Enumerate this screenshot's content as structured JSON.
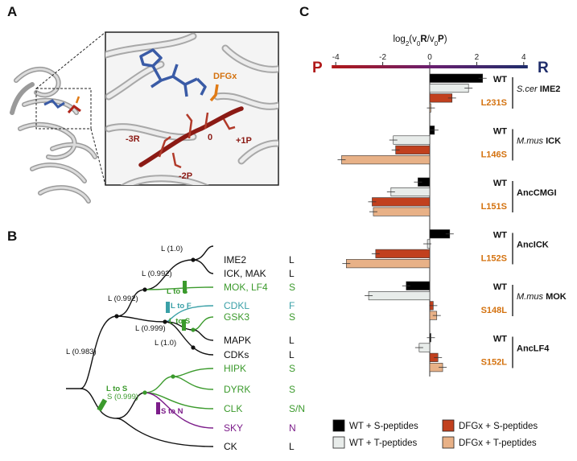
{
  "panels": {
    "a": "A",
    "b": "B",
    "c": "C"
  },
  "structure_labels": {
    "dfgx": "DFGx",
    "m3r": "-3R",
    "zero": "0",
    "p1p": "+1P",
    "m2p": "-2P"
  },
  "colors": {
    "wt_s": "#000000",
    "wt_t": "#e8ecea",
    "dfgx_s": "#c1401e",
    "dfgx_t": "#e8b187",
    "p_color": "#b01818",
    "r_color": "#1f2d6b",
    "tree_green": "#3b9a2c",
    "tree_teal": "#3aa0a7",
    "tree_purple": "#7c1d8a",
    "mutant_orange": "#d4720f"
  },
  "tree": {
    "leaves": [
      {
        "name": "IME2",
        "residue": "L",
        "color": "black"
      },
      {
        "name": "ICK, MAK",
        "residue": "L",
        "color": "black"
      },
      {
        "name": "MOK, LF4",
        "residue": "S",
        "color": "green"
      },
      {
        "name": "CDKL",
        "residue": "F",
        "color": "teal"
      },
      {
        "name": "GSK3",
        "residue": "S",
        "color": "green"
      },
      {
        "name": "MAPK",
        "residue": "L",
        "color": "black"
      },
      {
        "name": "CDKs",
        "residue": "L",
        "color": "black"
      },
      {
        "name": "HIPK",
        "residue": "S",
        "color": "green"
      },
      {
        "name": "DYRK",
        "residue": "S",
        "color": "green"
      },
      {
        "name": "CLK",
        "residue": "S/N",
        "color": "green"
      },
      {
        "name": "SKY",
        "residue": "N",
        "color": "purple"
      },
      {
        "name": "CK",
        "residue": "L",
        "color": "black"
      }
    ],
    "node_labels": [
      "L (1.0)",
      "L (0.992)",
      "L (0.992)",
      "L (0.999)",
      "L (1.0)",
      "L (0.983)",
      "S (0.999)"
    ],
    "transitions": [
      "L to S",
      "L to F",
      "L to S",
      "L to S",
      "S to N"
    ]
  },
  "chart_data": {
    "type": "bar",
    "orientation": "horizontal",
    "axis_label_parts": {
      "log": "log",
      "sub": "2",
      "open": "(v",
      "sub0": "0",
      "R": "R",
      "slash": "/v",
      "P": "P",
      "close": ")"
    },
    "xlim": [
      -4,
      4
    ],
    "xticks": [
      -4,
      -2,
      0,
      2,
      4
    ],
    "xtick_labels": [
      "-4",
      "-2",
      "0",
      "2",
      "4"
    ],
    "left_end_label": "P",
    "right_end_label": "R",
    "legend": [
      {
        "key": "wt_s",
        "label": "WT + S-peptides"
      },
      {
        "key": "wt_t",
        "label": "WT + T-peptides"
      },
      {
        "key": "dfgx_s",
        "label": "DFGx + S-peptides"
      },
      {
        "key": "dfgx_t",
        "label": "DFGx + T-peptides"
      }
    ],
    "groups": [
      {
        "kinase_prefix": "S.cer",
        "kinase_name": "IME2",
        "wt_label": "WT",
        "mut_label": "L231S",
        "wt_s": 2.25,
        "wt_t": 1.65,
        "dfgx_s": 0.95,
        "dfgx_t": 0.05
      },
      {
        "kinase_prefix": "M.mus",
        "kinase_name": "ICK",
        "wt_label": "WT",
        "mut_label": "L146S",
        "wt_s": 0.2,
        "wt_t": -1.55,
        "dfgx_s": -1.45,
        "dfgx_t": -3.75
      },
      {
        "kinase_prefix": "",
        "kinase_name": "AncCMGI",
        "wt_label": "WT",
        "mut_label": "L151S",
        "wt_s": -0.5,
        "wt_t": -1.65,
        "dfgx_s": -2.45,
        "dfgx_t": -2.4
      },
      {
        "kinase_prefix": "",
        "kinase_name": "AncICK",
        "wt_label": "WT",
        "mut_label": "L152S",
        "wt_s": 0.85,
        "wt_t": -0.1,
        "dfgx_s": -2.3,
        "dfgx_t": -3.55
      },
      {
        "kinase_prefix": "M.mus",
        "kinase_name": "MOK",
        "wt_label": "WT",
        "mut_label": "S148L",
        "wt_s": -1.0,
        "wt_t": -2.6,
        "dfgx_s": 0.15,
        "dfgx_t": 0.3
      },
      {
        "kinase_prefix": "",
        "kinase_name": "AncLF4",
        "wt_label": "WT",
        "mut_label": "S152L",
        "wt_s": 0.05,
        "wt_t": -0.45,
        "dfgx_s": 0.35,
        "dfgx_t": 0.55
      }
    ]
  }
}
